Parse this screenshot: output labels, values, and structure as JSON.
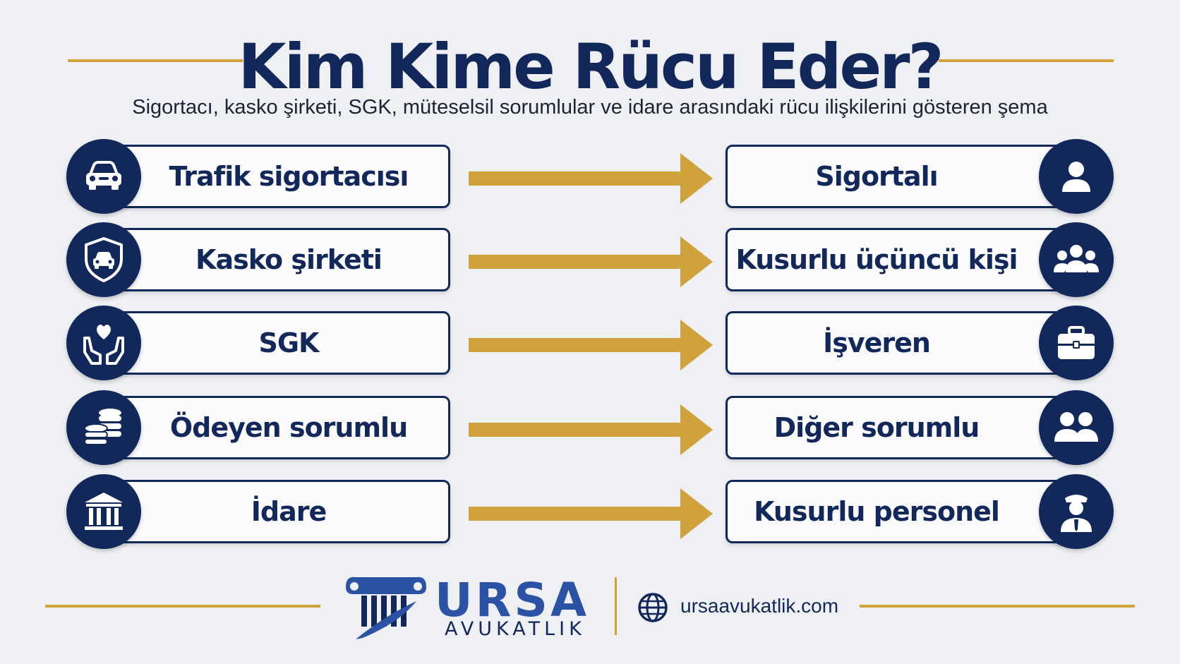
{
  "title": "Kim Kime Rücu Eder?",
  "subtitle": "Sigortacı, kasko şirketi, SGK, müteselsil sorumlular ve idare arasındaki rücu ilişkilerini gösteren şema",
  "colors": {
    "navy": "#13285a",
    "gold": "#cfa23c",
    "background": "#eef0f3",
    "brand_blue": "#2c52a6"
  },
  "rows": [
    {
      "from": {
        "label": "Trafik sigortacısı",
        "icon": "car-icon"
      },
      "to": {
        "label": "Sigortalı",
        "icon": "person-icon"
      }
    },
    {
      "from": {
        "label": "Kasko şirketi",
        "icon": "shield-car-icon"
      },
      "to": {
        "label": "Kusurlu üçüncü kişi",
        "icon": "group-icon"
      }
    },
    {
      "from": {
        "label": "SGK",
        "icon": "hands-heart-icon"
      },
      "to": {
        "label": "İşveren",
        "icon": "briefcase-icon"
      }
    },
    {
      "from": {
        "label": "Ödeyen sorumlu",
        "icon": "coins-icon"
      },
      "to": {
        "label": "Diğer sorumlu",
        "icon": "two-people-icon"
      }
    },
    {
      "from": {
        "label": "İdare",
        "icon": "government-building-icon"
      },
      "to": {
        "label": "Kusurlu personel",
        "icon": "officer-icon"
      }
    }
  ],
  "footer": {
    "brand": "URSA",
    "brand_sub": "AVUKATLIK",
    "website": "ursaavukatlik.com",
    "logo_icon": "column-pillar-icon",
    "website_icon": "globe-icon"
  }
}
